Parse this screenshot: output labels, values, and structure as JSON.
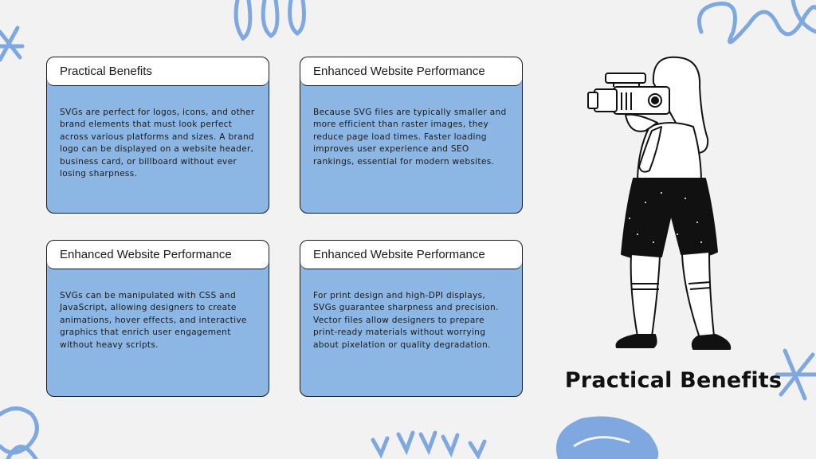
{
  "cards": [
    {
      "title": "Practical Benefits",
      "body": "SVGs are perfect for logos, icons, and other brand elements that must look perfect across various platforms and sizes. A brand logo can be displayed on a website header, business card, or billboard without ever losing sharpness."
    },
    {
      "title": "Enhanced Website Performance",
      "body": "Because SVG files are typically smaller and more efficient than raster images, they reduce page load times. Faster loading improves user experience and SEO rankings, essential for modern websites."
    },
    {
      "title": "Enhanced Website Performance",
      "body": "SVGs can be manipulated with CSS and JavaScript, allowing designers to create animations, hover effects, and interactive graphics that enrich user engagement without heavy scripts."
    },
    {
      "title": "Enhanced Website Performance",
      "body": "For print design and high-DPI displays, SVGs guarantee sharpness and precision. Vector files allow designers to prepare print-ready materials without worrying about pixelation or quality degradation."
    }
  ],
  "main_title": "Practical Benefits",
  "colors": {
    "background": "#f2f2f2",
    "card_fill": "#8cb6e3",
    "doodle": "#7fa8e0",
    "ink": "#1a1a1a"
  },
  "illustration": "woman-with-video-camera-illustration"
}
